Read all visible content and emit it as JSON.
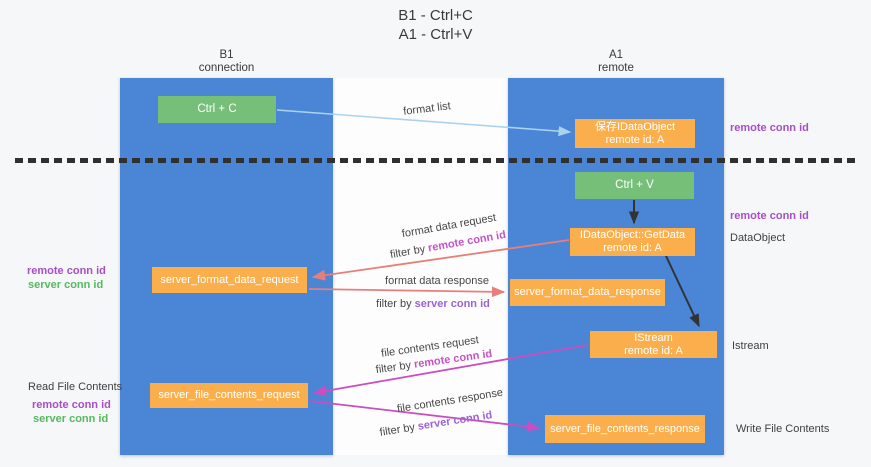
{
  "title": {
    "line1": "B1 - Ctrl+C",
    "line2": "A1 - Ctrl+V"
  },
  "palette": {
    "bg": "#f6f7f8",
    "panel": "#fdfdfe",
    "lane-blue": "#4a85d6",
    "green": "#76bf78",
    "orange": "#fbaf4c",
    "salmon": "#e87e7a",
    "magenta": "#cb4ec0",
    "lightblue": "#abd3f0",
    "purple": "#a64fc6",
    "pink-key": "#c653c3",
    "violet-key": "#9c63d4",
    "green-key": "#55b95f",
    "ink": "#3c3c3c",
    "divider": "#303030",
    "arrow-black": "#333333"
  },
  "lanes": {
    "left": {
      "title": "B1",
      "subtitle": "connection"
    },
    "right": {
      "title": "A1",
      "subtitle": "remote"
    }
  },
  "boxes": {
    "ctrl_c": {
      "label": "Ctrl + C"
    },
    "ctrl_v": {
      "label": "Ctrl + V"
    },
    "save_dataobject": {
      "line1": "保存IDataObject",
      "line2": "remote id: A"
    },
    "getdata": {
      "line1": "IDataObject::GetData",
      "line2": "remote id: A"
    },
    "istream": {
      "line1": "IStream",
      "line2": "remote id: A"
    },
    "format_request": {
      "label": "server_format_data_request"
    },
    "format_response": {
      "label": "server_format_data_response"
    },
    "file_request": {
      "label": "server_file_contents_request"
    },
    "file_response": {
      "label": "server_file_contents_response"
    }
  },
  "flow_labels": {
    "format_list": "format list",
    "format_request_line": "format data request",
    "format_request_filter_prefix": "filter by ",
    "format_request_filter_key": "remote conn id",
    "format_response_line": "format data response",
    "format_response_filter_prefix": "filter by ",
    "format_response_filter_key": "server conn id",
    "file_request_line": "file contents request",
    "file_request_filter_prefix": "filter by ",
    "file_request_filter_key": "remote conn id",
    "file_response_line": "file contents response",
    "file_response_filter_prefix": "filter by ",
    "file_response_filter_key": "server conn id"
  },
  "side_labels": {
    "right_remote_top": "remote conn id",
    "right_remote_mid": "remote conn id",
    "right_dataobject": "DataObject",
    "right_istream": "Istream",
    "right_write_file": "Write File Contents",
    "left_remote_top": "remote conn id",
    "left_server_top": "server conn id",
    "left_read_file": "Read File Contents",
    "left_remote_bottom": "remote conn id",
    "left_server_bottom": "server conn id"
  }
}
